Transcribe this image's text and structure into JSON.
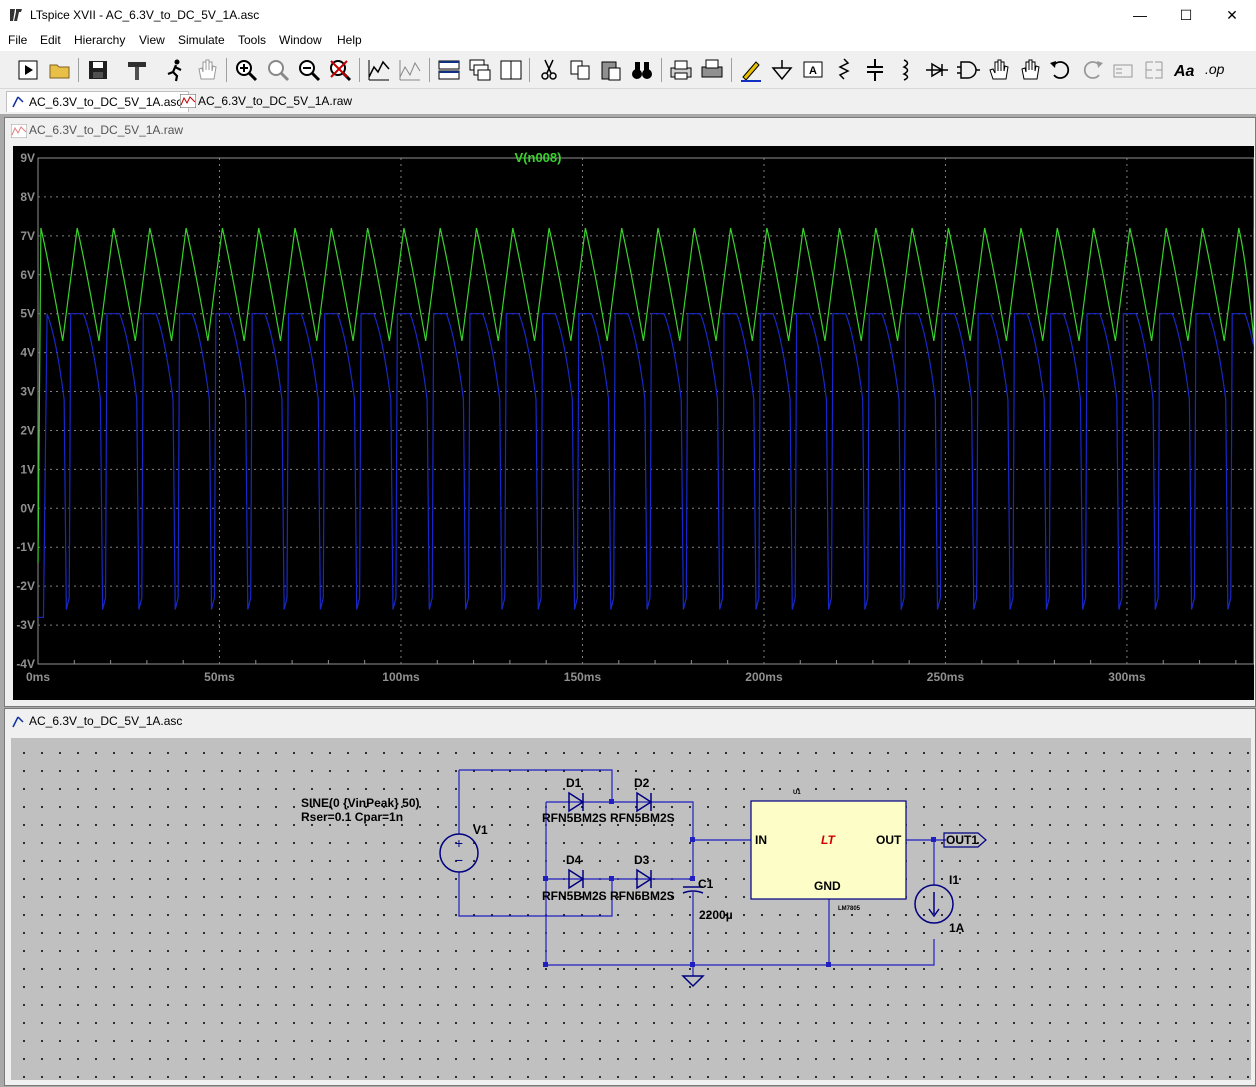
{
  "window": {
    "title": "LTspice XVII - AC_6.3V_to_DC_5V_1A.asc",
    "minimize": "—",
    "maximize": "☐",
    "close": "✕"
  },
  "menu": [
    "File",
    "Edit",
    "Hierarchy",
    "View",
    "Simulate",
    "Tools",
    "Window",
    "Help"
  ],
  "tabs": [
    {
      "label": "AC_6.3V_to_DC_5V_1A.asc",
      "icon": "schematic-icon"
    },
    {
      "label": "AC_6.3V_to_DC_5V_1A.raw",
      "icon": "waveform-icon"
    }
  ],
  "plot_window": {
    "title": "AC_6.3V_to_DC_5V_1A.raw"
  },
  "schematic_window": {
    "title": "AC_6.3V_to_DC_5V_1A.asc"
  },
  "colors": {
    "plot_bg": "#000000",
    "trace_green": "#39d22c",
    "trace_blue": "#1828c8",
    "wire": "#2020c0",
    "component": "#000080",
    "regulator_fill": "#fdfdc8"
  },
  "chart_data": {
    "type": "line",
    "title": "",
    "xlabel": "",
    "ylabel": "",
    "xlim": [
      0,
      335
    ],
    "ylim": [
      -4,
      9
    ],
    "x_ticks": [
      "0ms",
      "50ms",
      "100ms",
      "150ms",
      "200ms",
      "250ms",
      "300ms"
    ],
    "y_ticks": [
      "9V",
      "8V",
      "7V",
      "6V",
      "5V",
      "4V",
      "3V",
      "2V",
      "1V",
      "0V",
      "-1V",
      "-2V",
      "-3V",
      "-4V"
    ],
    "grid": true,
    "period_ms": 10,
    "series": [
      {
        "name": "V(n008)",
        "color": "#39d22c",
        "peak": 7.2,
        "trough": 4.3,
        "start": -1.4
      },
      {
        "name": "",
        "color": "#1828c8",
        "peak": 5.0,
        "trough": -2.6,
        "start": -2.8
      }
    ]
  },
  "schematic": {
    "source": {
      "name": "V1",
      "value_line1": "SINE(0 {VinPeak} 50)",
      "value_line2": "Rser=0.1 Cpar=1n"
    },
    "diodes": [
      {
        "name": "D1",
        "model": "RFN5BM2S"
      },
      {
        "name": "D2",
        "model": "RFN5BM2S"
      },
      {
        "name": "D4",
        "model": "RFN5BM2S"
      },
      {
        "name": "D3",
        "model": "RFN5BM2S"
      }
    ],
    "capacitor": {
      "name": "C1",
      "value": "2200µ"
    },
    "regulator": {
      "ref": "U1",
      "part": "LM7805",
      "pin_in": "IN",
      "pin_out": "OUT",
      "pin_gnd": "GND",
      "logo": "LT"
    },
    "current_source": {
      "name": "I1",
      "value": "1A"
    },
    "net_label": "OUT1"
  }
}
